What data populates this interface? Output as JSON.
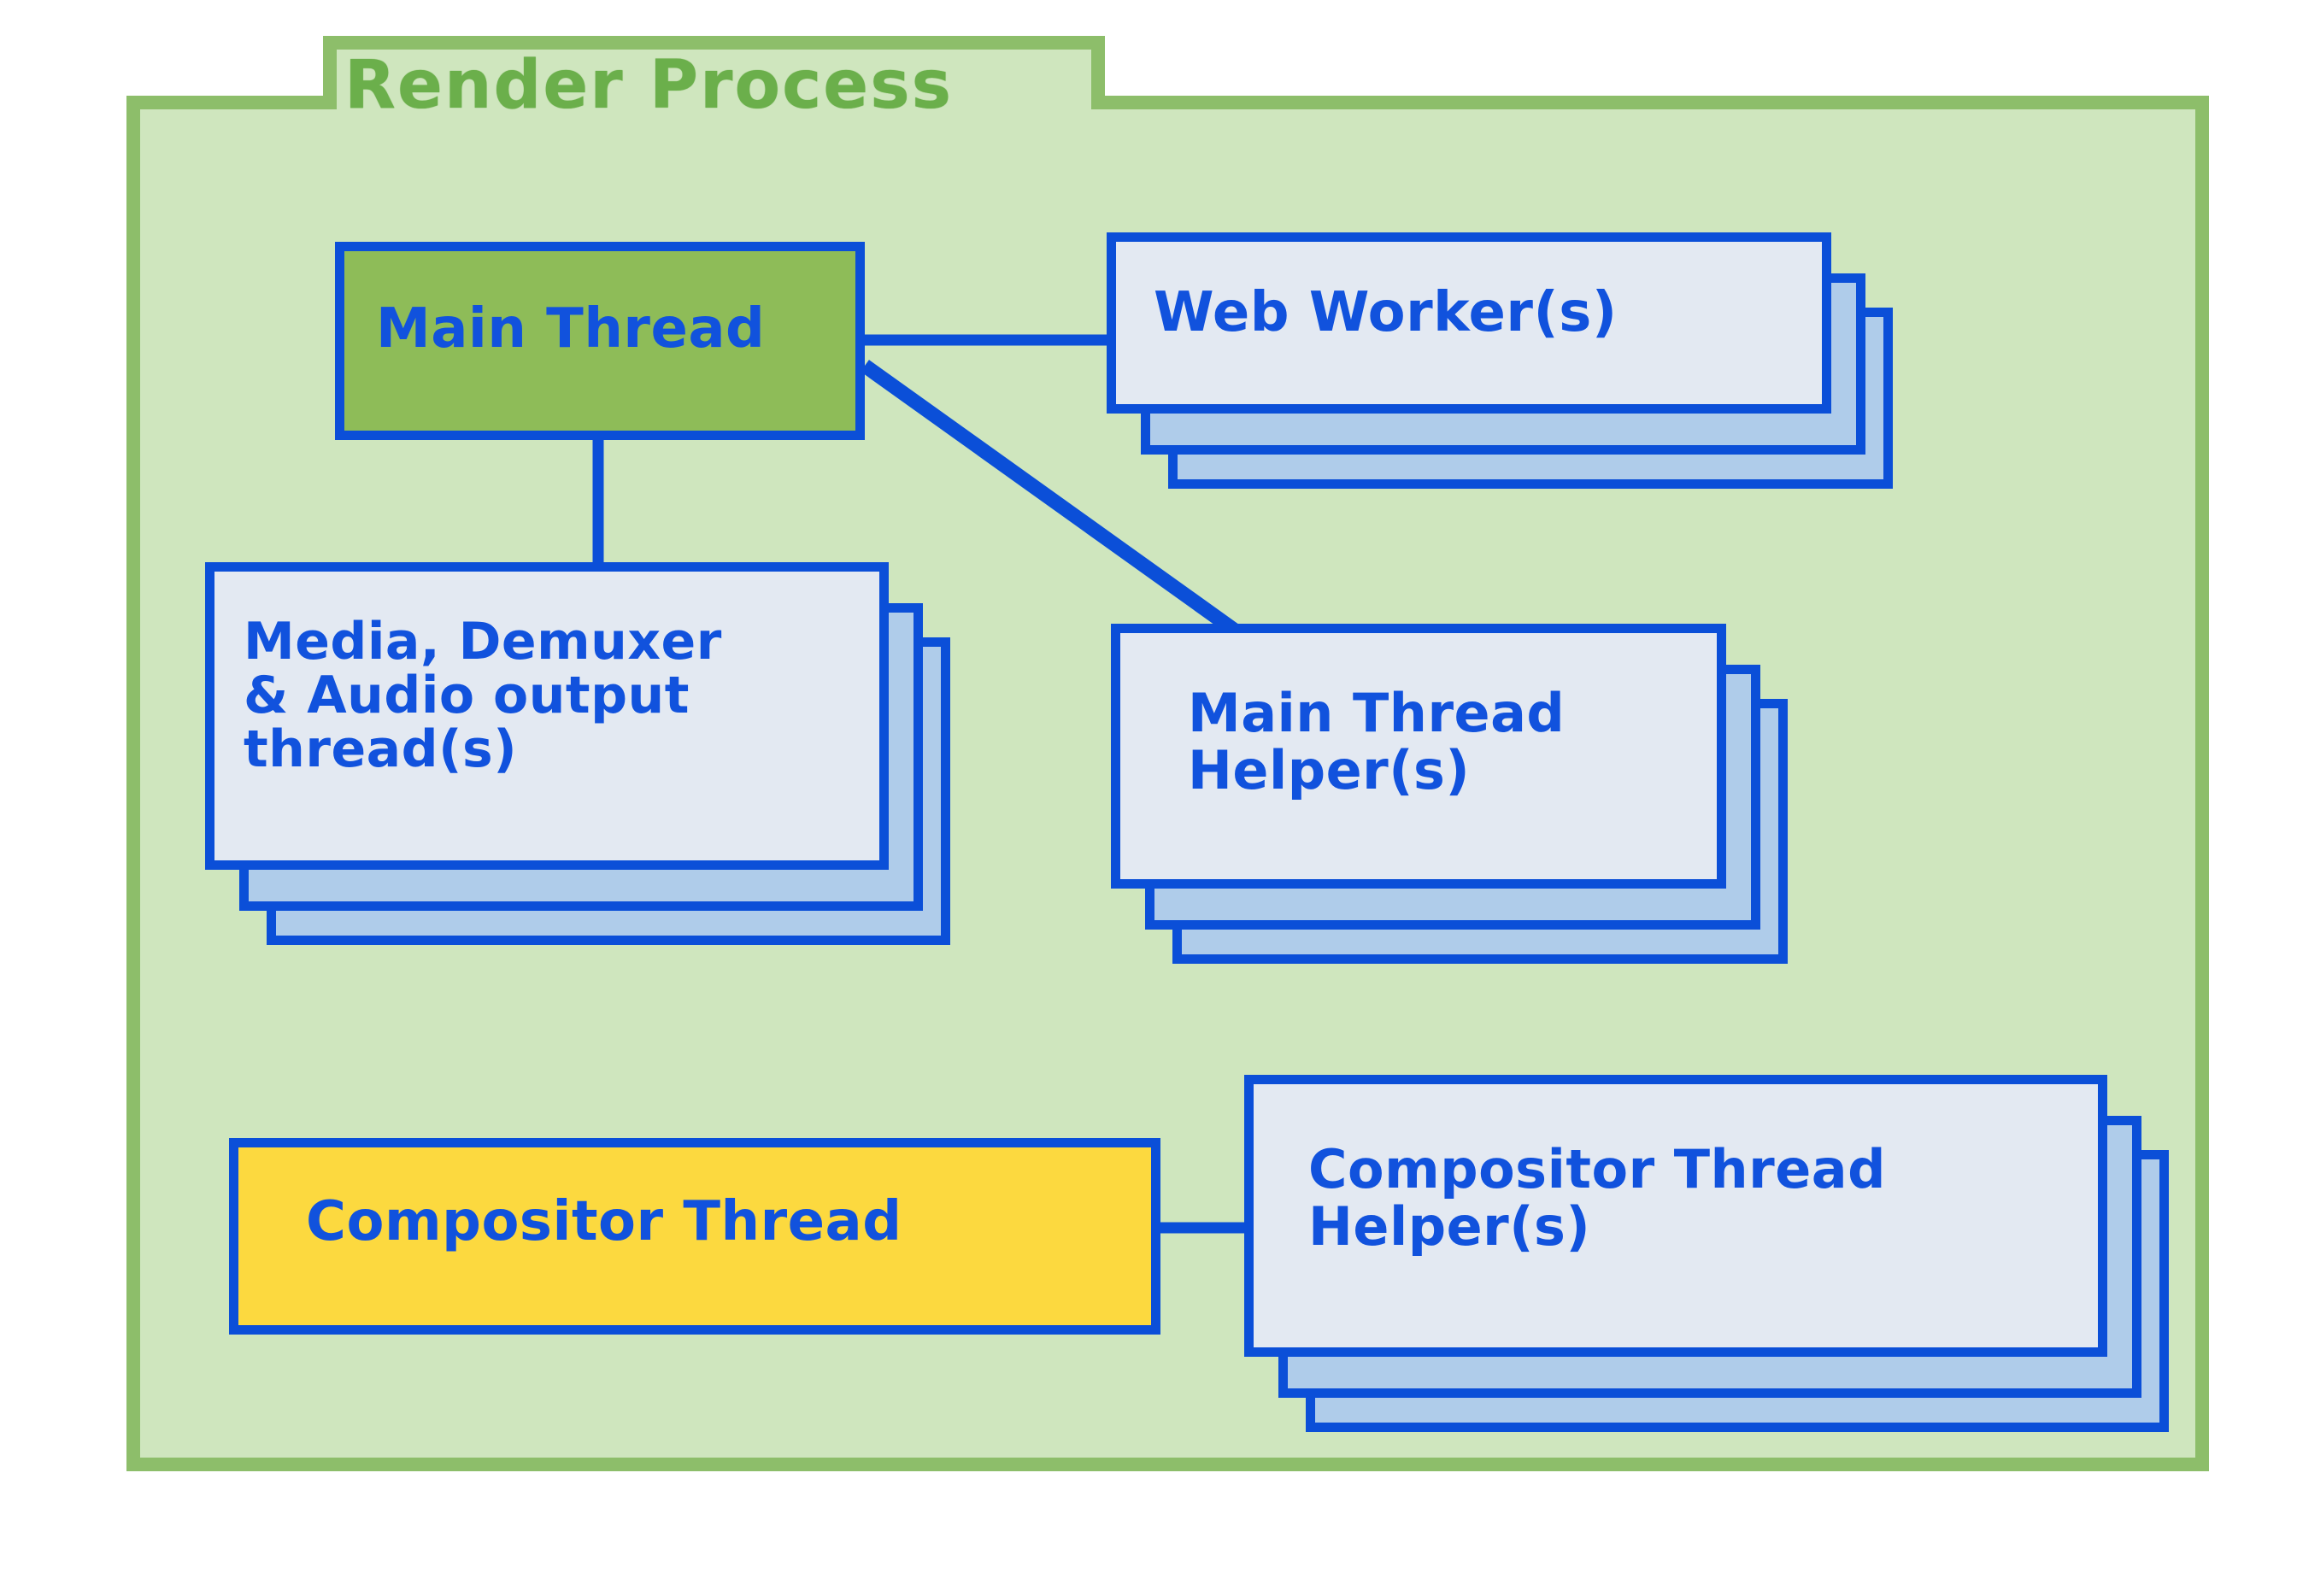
{
  "diagram": {
    "title": "Render Process",
    "colors": {
      "frame_border": "#8DBE6A",
      "frame_fill": "#CFE6BE",
      "title_text": "#6BAF4B",
      "node_border": "#0B4FD8",
      "node_text": "#1152DD",
      "card_fill": "#E3E9F2",
      "stack_fill": "#AFCCEA",
      "main_thread_fill": "#8EBC58",
      "compositor_thread_fill": "#FCD93F"
    },
    "nodes": [
      {
        "id": "main-thread",
        "label": "Main Thread",
        "fill": "#8EBC58",
        "stacked": false
      },
      {
        "id": "web-workers",
        "label": "Web Worker(s)",
        "fill": "#E3E9F2",
        "stacked": true,
        "stack_count": 3
      },
      {
        "id": "media-demuxer-audio",
        "label": "Media, Demuxer\n& Audio output\n     thread(s)",
        "fill": "#E3E9F2",
        "stacked": true,
        "stack_count": 3
      },
      {
        "id": "main-thread-helpers",
        "label": "Main Thread\nHelper(s)",
        "fill": "#E3E9F2",
        "stacked": true,
        "stack_count": 3
      },
      {
        "id": "compositor-thread",
        "label": "Compositor Thread",
        "fill": "#FCD93F",
        "stacked": false
      },
      {
        "id": "compositor-thread-helpers",
        "label": "Compositor Thread\n     Helper(s)",
        "fill": "#E3E9F2",
        "stacked": true,
        "stack_count": 3
      }
    ],
    "edges": [
      {
        "from": "main-thread",
        "to": "web-workers",
        "kind": "horizontal"
      },
      {
        "from": "main-thread",
        "to": "media-demuxer-audio",
        "kind": "vertical"
      },
      {
        "from": "main-thread",
        "to": "main-thread-helpers",
        "kind": "diagonal"
      },
      {
        "from": "compositor-thread",
        "to": "compositor-thread-helpers",
        "kind": "horizontal"
      }
    ]
  }
}
